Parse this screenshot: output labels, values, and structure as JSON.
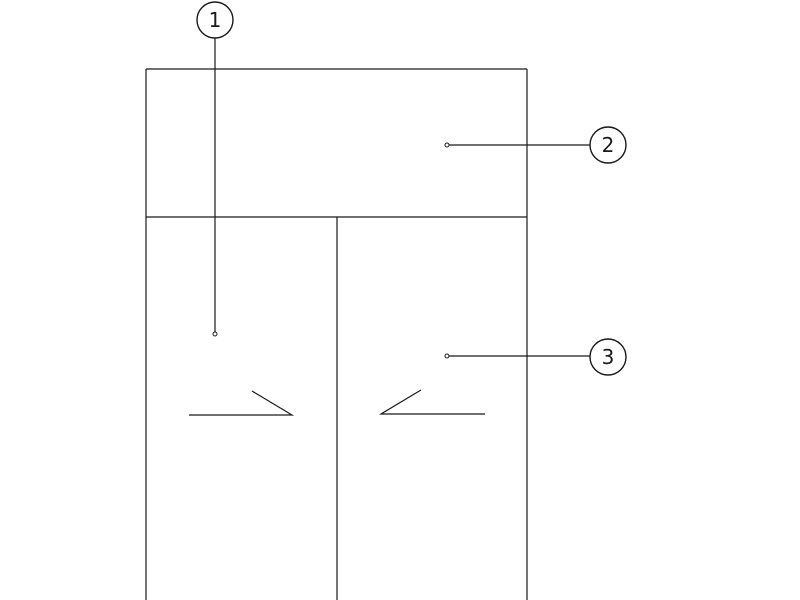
{
  "callouts": [
    {
      "label": "1"
    },
    {
      "label": "2"
    },
    {
      "label": "3"
    }
  ],
  "colors": {
    "stroke": "#1a1a1a",
    "background": "#ffffff"
  }
}
